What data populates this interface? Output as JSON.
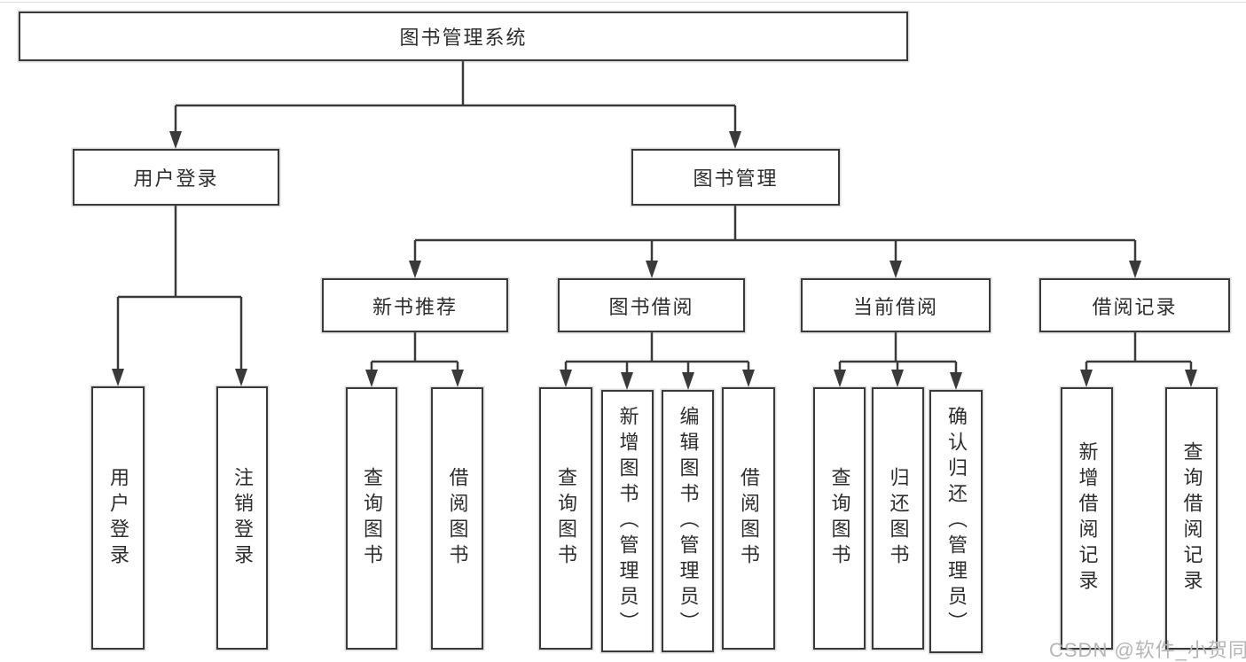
{
  "root": {
    "label": "图书管理系统"
  },
  "login_branch": {
    "label": "用户登录",
    "children": [
      {
        "label": "用户登录"
      },
      {
        "label": "注销登录"
      }
    ]
  },
  "management_branch": {
    "label": "图书管理",
    "sections": [
      {
        "label": "新书推荐",
        "children": [
          {
            "label": "查询图书"
          },
          {
            "label": "借阅图书"
          }
        ]
      },
      {
        "label": "图书借阅",
        "children": [
          {
            "label": "查询图书"
          },
          {
            "label": "新增图书（管理员）"
          },
          {
            "label": "编辑图书（管理员）"
          },
          {
            "label": "借阅图书"
          }
        ]
      },
      {
        "label": "当前借阅",
        "children": [
          {
            "label": "查询图书"
          },
          {
            "label": "归还图书"
          },
          {
            "label": "确认归还（管理员）"
          }
        ]
      },
      {
        "label": "借阅记录",
        "children": [
          {
            "label": "新增借阅记录"
          },
          {
            "label": "查询借阅记录"
          }
        ]
      }
    ]
  },
  "watermark": {
    "text": "CSDN @软件_小贺同学"
  },
  "colors": {
    "line": "#3a3a3a",
    "text": "#2d2d2d",
    "watermark": "#b5b5b5",
    "background": "#ffffff"
  }
}
